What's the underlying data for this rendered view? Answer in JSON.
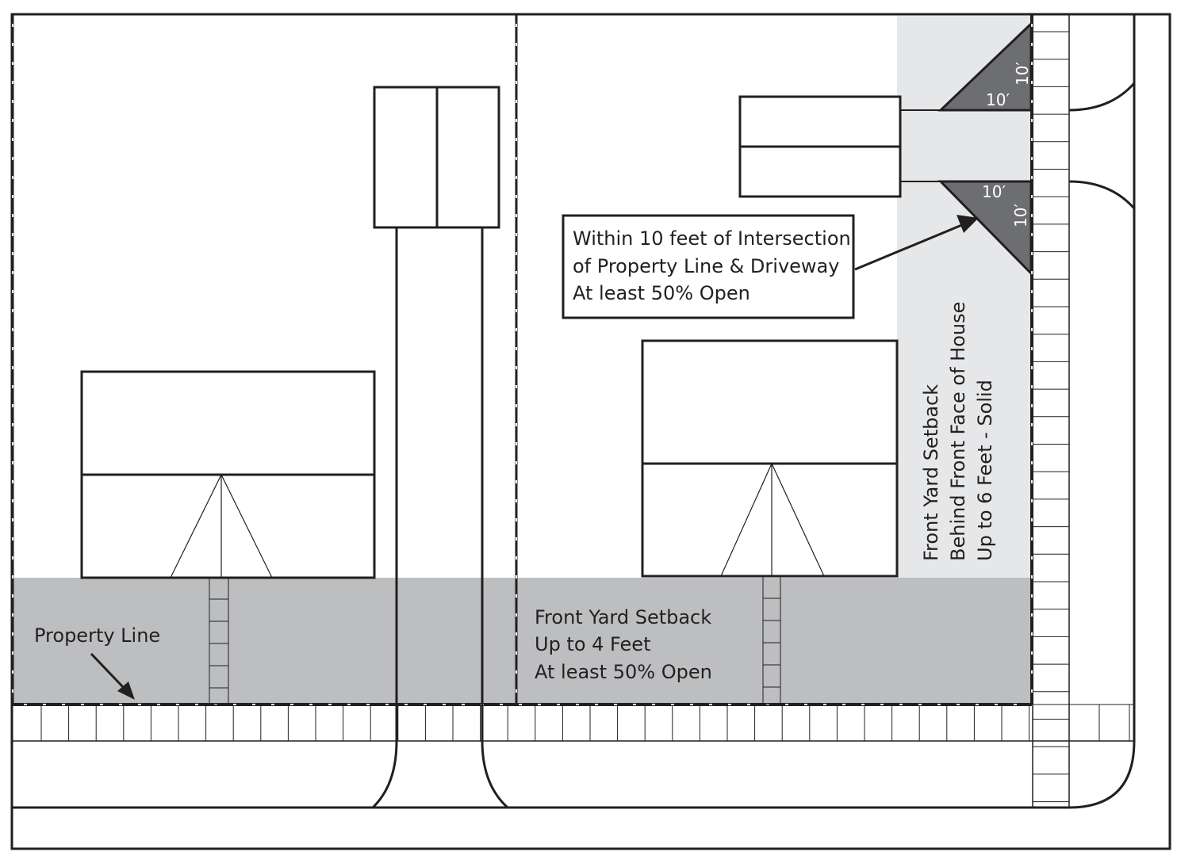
{
  "labels": {
    "property_line": "Property Line",
    "front_setback": [
      "Front Yard Setback",
      "Up to 4 Feet",
      "At least 50% Open"
    ],
    "side_setback": [
      "Front Yard Setback",
      "Behind Front Face of House",
      "Up to 6 Feet - Solid"
    ],
    "intersection": [
      "Within 10 feet of Intersection",
      "of Property Line & Driveway",
      "At least 50% Open"
    ],
    "dimension": "10′"
  },
  "colors": {
    "line": "#231f20",
    "front_zone": "#bcbec0",
    "side_zone": "#e6e7e8",
    "triangle": "#6d6e71"
  }
}
